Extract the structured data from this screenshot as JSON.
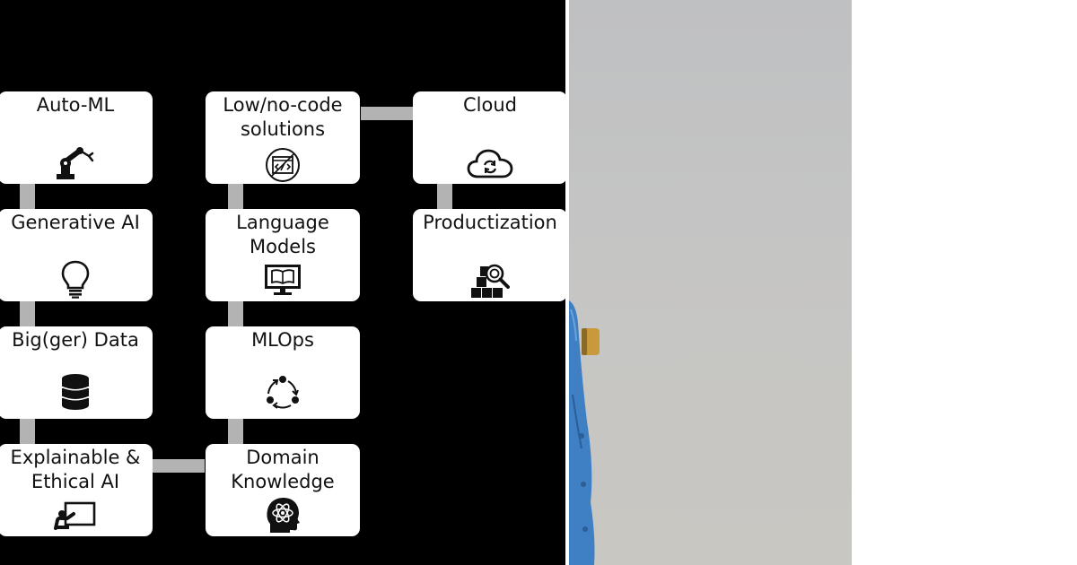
{
  "colors": {
    "diagram_background": "#000000",
    "node_fill": "#ffffff",
    "connector": "#b3b3b3",
    "photo_background": "#c3c3c3",
    "object_blue": "#3f7fc4",
    "object_gold": "#c99a3c"
  },
  "nodes": {
    "auto_ml": {
      "label": "Auto-ML",
      "icon": "robot-arm-icon"
    },
    "generative_ai": {
      "label": "Generative AI",
      "icon": "lightbulb-icon"
    },
    "bigger_data": {
      "label": "Big(ger) Data",
      "icon": "database-icon"
    },
    "explainable_ai": {
      "label": "Explainable &\nEthical AI",
      "icon": "presenter-board-icon"
    },
    "low_no_code": {
      "label": "Low/no-code\nsolutions",
      "icon": "code-window-icon"
    },
    "language_models": {
      "label": "Language\nModels",
      "icon": "monitor-book-icon"
    },
    "mlops": {
      "label": "MLOps",
      "icon": "cycle-icon"
    },
    "domain_knowledge": {
      "label": "Domain\nKnowledge",
      "icon": "head-atom-icon"
    },
    "cloud": {
      "label": "Cloud",
      "icon": "cloud-sync-icon"
    },
    "productization": {
      "label": "Productization",
      "icon": "boxes-magnifier-icon"
    }
  }
}
